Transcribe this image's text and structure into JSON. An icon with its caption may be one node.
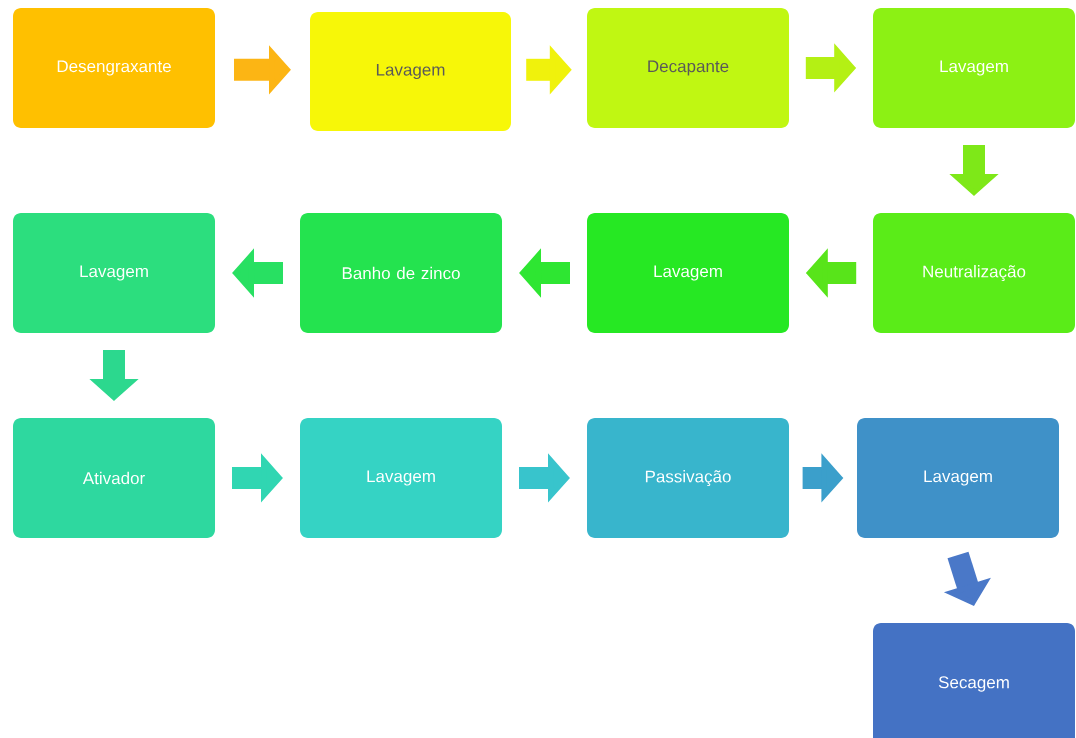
{
  "diagram": {
    "nodes": [
      {
        "text": [
          "Desengraxante"
        ]
      },
      {
        "text": [
          "Lavagem"
        ]
      },
      {
        "text": [
          "Decapante"
        ]
      },
      {
        "text": [
          "Lavagem"
        ]
      },
      {
        "text": [
          "Neutralização"
        ]
      },
      {
        "text": [
          "Lavagem"
        ]
      },
      {
        "text": [
          "Banho de zinco"
        ]
      },
      {
        "text": [
          "Lavagem"
        ]
      },
      {
        "text": [
          "Ativador"
        ]
      },
      {
        "text": [
          "Lavagem"
        ]
      },
      {
        "text": [
          "Passivação"
        ]
      },
      {
        "text": [
          "Lavagem"
        ]
      },
      {
        "text": [
          "Secagem"
        ]
      }
    ],
    "edges": [
      {
        "from": 0,
        "to": 1,
        "arrow": "to",
        "color": "#fcb514"
      },
      {
        "from": 1,
        "to": 2,
        "arrow": "to",
        "color": "#f0f20c"
      },
      {
        "from": 2,
        "to": 3,
        "arrow": "to",
        "color": "#b4f014"
      },
      {
        "from": 3,
        "to": 4,
        "arrow": "to",
        "color": "#7ee818"
      },
      {
        "from": 4,
        "to": 5,
        "arrow": "to",
        "color": "#58e41a"
      },
      {
        "from": 5,
        "to": 6,
        "arrow": "to",
        "color": "#2ee632"
      },
      {
        "from": 6,
        "to": 7,
        "arrow": "to",
        "color": "#28e062"
      },
      {
        "from": 7,
        "to": 8,
        "arrow": "to",
        "color": "#2cd88e"
      },
      {
        "from": 8,
        "to": 9,
        "arrow": "to",
        "color": "#30d6b2"
      },
      {
        "from": 9,
        "to": 10,
        "arrow": "to",
        "color": "#38c4cc"
      },
      {
        "from": 10,
        "to": 11,
        "arrow": "to",
        "color": "#3b9fcb"
      },
      {
        "from": 11,
        "to": 12,
        "arrow": "to",
        "color": "#4a78c8"
      }
    ]
  }
}
